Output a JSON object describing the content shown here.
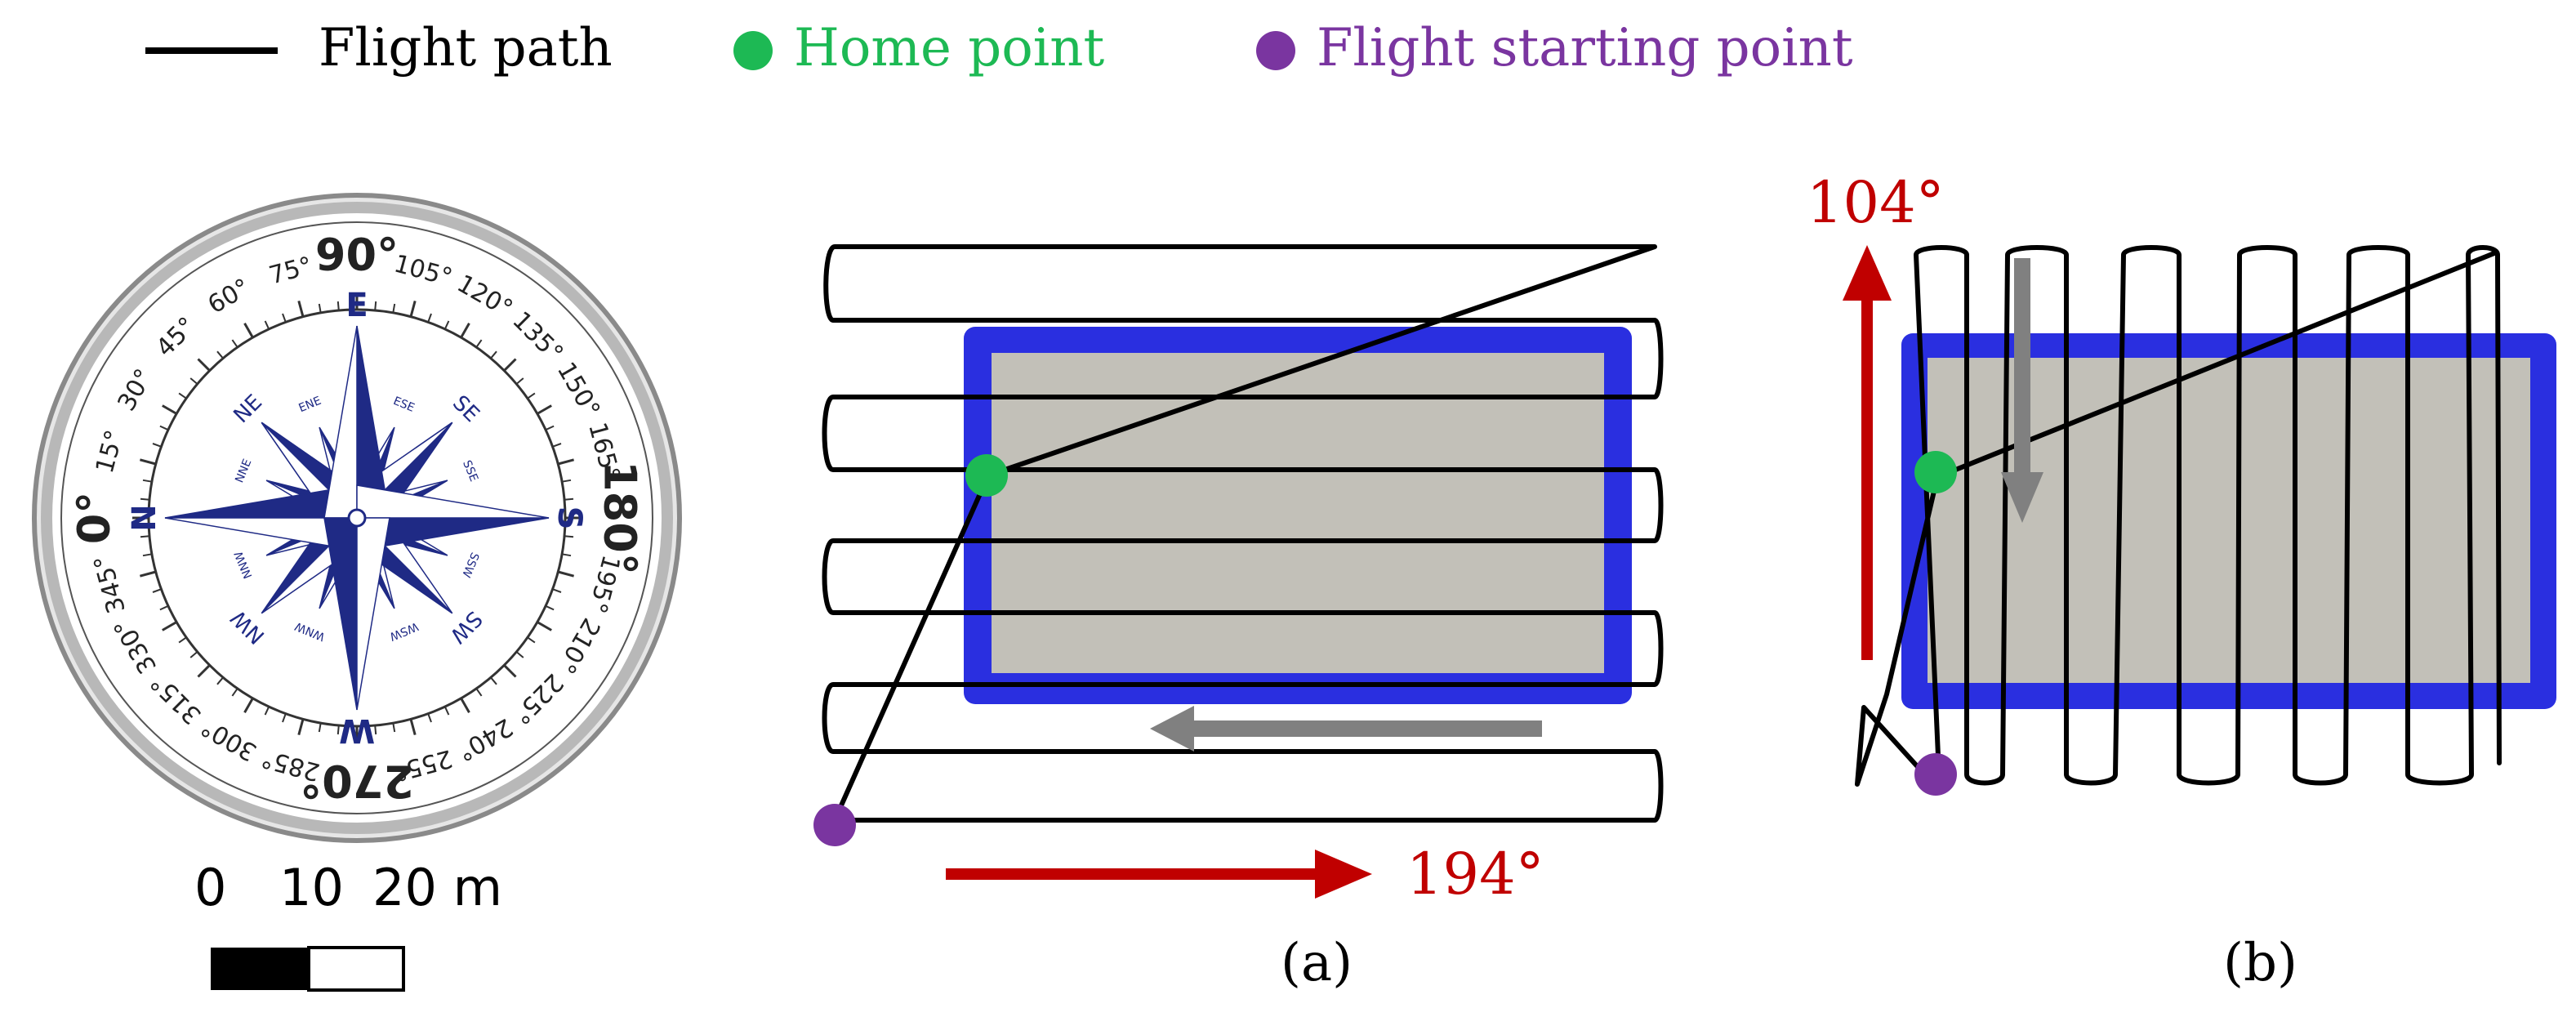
{
  "legend": [
    {
      "label": "Flight path",
      "color": "#000000",
      "marker": "line"
    },
    {
      "label": "Home point",
      "color": "#1db954",
      "marker": "dot"
    },
    {
      "label": "Flight starting point",
      "color": "#7a35a0",
      "marker": "dot"
    }
  ],
  "compass": {
    "degree_labels": [
      "0°",
      "15°",
      "30°",
      "45°",
      "60°",
      "75°",
      "90°",
      "105°",
      "120°",
      "135°",
      "150°",
      "165°",
      "180°",
      "195°",
      "210°",
      "225°",
      "240°",
      "255°",
      "270°",
      "285°",
      "300°",
      "315°",
      "330°",
      "345°"
    ],
    "cardinals": [
      "N",
      "E",
      "S",
      "W"
    ],
    "intercardinals": [
      "NE",
      "SE",
      "SW",
      "NW"
    ],
    "minor_points": [
      "NNE",
      "ENE",
      "ESE",
      "SSE",
      "SSW",
      "WSW",
      "WNW",
      "NNW"
    ]
  },
  "scale_bar": {
    "tick_0": "0",
    "tick_10": "10",
    "tick_20": "20 m"
  },
  "panel_a": {
    "caption": "(a)",
    "heading": "194°"
  },
  "panel_b": {
    "caption": "(b)",
    "heading": "104°"
  },
  "colors": {
    "field_fill": "#c2c0b8",
    "field_border": "#2a2fe0",
    "heading_arrow": "#c00000",
    "direction_arrow": "#808080",
    "compass_blue": "#1f2a85"
  }
}
